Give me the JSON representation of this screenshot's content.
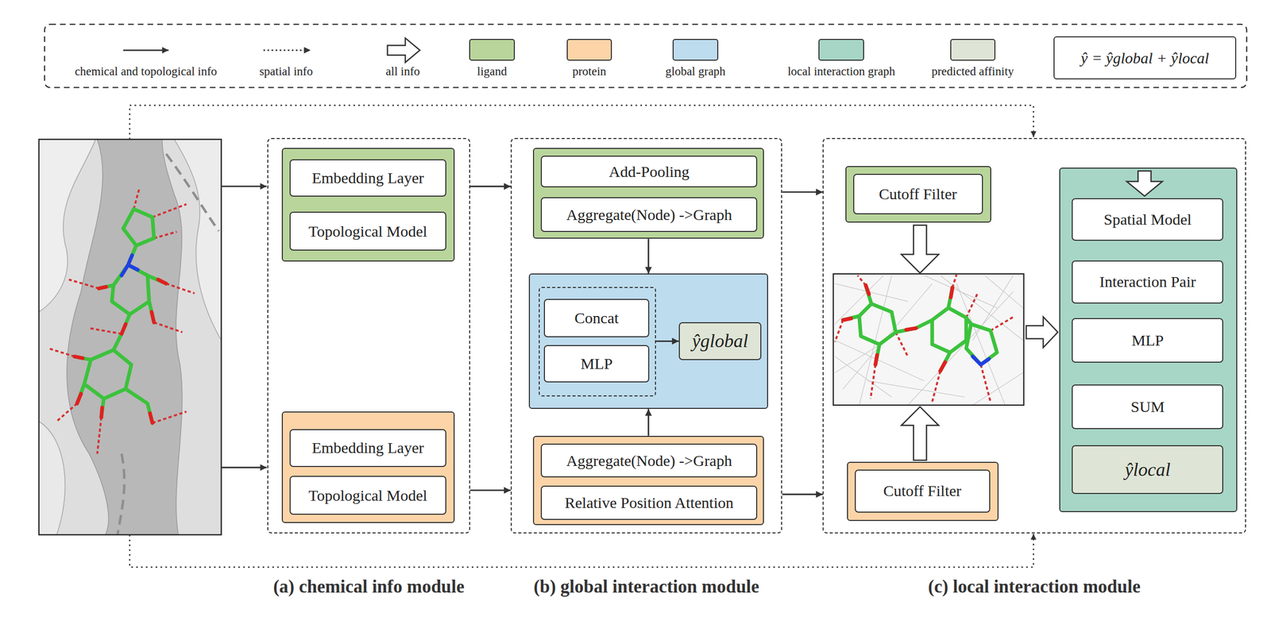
{
  "diagram": {
    "nodes": [
      {
        "text": [
          "ŷ = ŷglobal + ŷlocal"
        ]
      },
      {
        "text": [
          "(a) chemical info module"
        ]
      },
      {
        "text": [],
        "in": 1
      },
      {
        "text": [
          "Embedding Layer"
        ],
        "in": 2
      },
      {
        "text": [
          "Topological Model"
        ],
        "in": 2
      },
      {
        "text": [],
        "in": 1
      },
      {
        "text": [
          "Embedding Layer"
        ],
        "in": 5
      },
      {
        "text": [
          "Topological Model"
        ],
        "in": 5
      },
      {
        "text": [
          "(b) global interaction module"
        ]
      },
      {
        "text": [],
        "in": 8
      },
      {
        "text": [
          "Add-Pooling"
        ],
        "in": 9
      },
      {
        "text": [
          "Aggregate(Node) ->Graph"
        ],
        "in": 9
      },
      {
        "text": [],
        "in": 8
      },
      {
        "text": [],
        "in": 12
      },
      {
        "text": [
          "Concat"
        ],
        "in": 13
      },
      {
        "text": [
          "MLP"
        ],
        "in": 13
      },
      {
        "text": [
          "ŷglobal"
        ],
        "in": 12
      },
      {
        "text": [],
        "in": 8
      },
      {
        "text": [
          "Aggregate(Node) ->Graph"
        ],
        "in": 17
      },
      {
        "text": [
          "Relative Position Attention"
        ],
        "in": 17
      },
      {
        "text": [
          "(c) local interaction module"
        ]
      },
      {
        "text": [],
        "in": 20
      },
      {
        "text": [
          "Cutoff Filter"
        ],
        "in": 21
      },
      {
        "text": [],
        "in": 20
      },
      {
        "text": [
          "Cutoff Filter"
        ],
        "in": 23
      },
      {
        "text": [],
        "in": 20
      },
      {
        "text": [
          "Spatial Model"
        ],
        "in": 25
      },
      {
        "text": [
          "Interaction Pair"
        ],
        "in": 25
      },
      {
        "text": [
          "MLP"
        ],
        "in": 25
      },
      {
        "text": [
          "SUM"
        ],
        "in": 25
      },
      {
        "text": [
          "ŷlocal"
        ],
        "in": 25
      }
    ],
    "edges": [
      {
        "from": 1,
        "to": 8,
        "arrow": "to"
      },
      {
        "from": 1,
        "to": 8,
        "arrow": "to"
      },
      {
        "from": 9,
        "to": 12,
        "arrow": "to"
      },
      {
        "from": 17,
        "to": 12,
        "arrow": "to"
      },
      {
        "from": 13,
        "to": 16,
        "arrow": "to"
      },
      {
        "from": 8,
        "to": 20,
        "arrow": "to"
      },
      {
        "from": 8,
        "to": 20,
        "arrow": "to"
      }
    ],
    "legend": [
      {
        "text": "chemical and topological info"
      },
      {
        "text": "spatial info"
      },
      {
        "text": "all info"
      },
      {
        "text": "ligand",
        "color": "#b9d59b"
      },
      {
        "text": "protein",
        "color": "#fcd4a8"
      },
      {
        "text": "global graph",
        "color": "#bddcee"
      },
      {
        "text": "local interaction graph",
        "color": "#a7d6c6"
      },
      {
        "text": "predicted affinity",
        "color": "#dfe5d6"
      }
    ]
  }
}
